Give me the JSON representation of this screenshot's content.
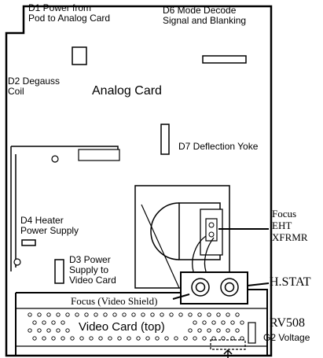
{
  "labels": {
    "d1": "D1 Power from\nPod to Analog Card",
    "d6": "D6 Mode Decode\nSignal and Blanking",
    "d2": "D2 Degauss\nCoil",
    "analog_card": "Analog Card",
    "d7": "D7 Deflection Yoke",
    "d4": "D4 Heater\nPower Supply",
    "d3": "D3 Power\nSupply to\nVideo Card",
    "focus_eht": "Focus\nEHT\nXFRMR",
    "hstat": "H.STAT",
    "focus_video_shield": "Focus (Video Shield)",
    "video_card": "Video Card (top)",
    "rv508": "RV508",
    "g2_voltage": "G2 Voltage"
  }
}
